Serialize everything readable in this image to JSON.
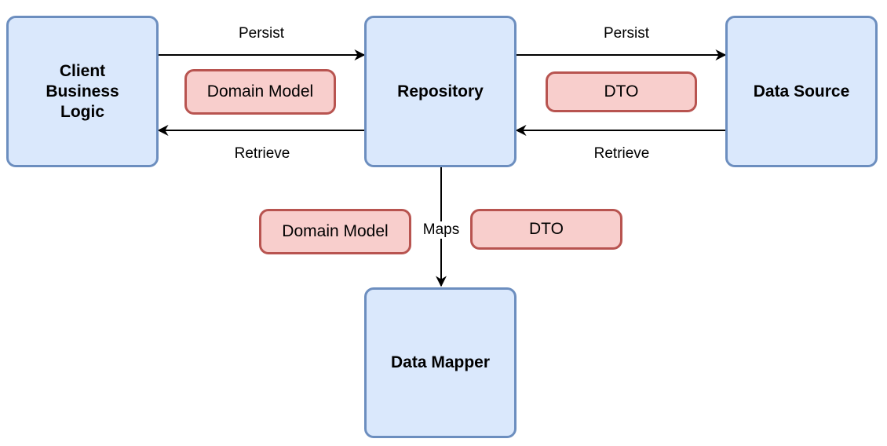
{
  "nodes": {
    "client": "Client\nBusiness\nLogic",
    "repository": "Repository",
    "data_source": "Data Source",
    "data_mapper": "Data Mapper"
  },
  "tags": {
    "left_model": "Domain Model",
    "right_dto": "DTO",
    "bottom_model": "Domain Model",
    "bottom_dto": "DTO"
  },
  "edges": {
    "persist_left": "Persist",
    "persist_right": "Persist",
    "retrieve_left": "Retrieve",
    "retrieve_right": "Retrieve",
    "maps": "Maps"
  },
  "colors": {
    "node_fill": "#dae8fc",
    "node_stroke": "#6c8ebf",
    "tag_fill": "#f8cecc",
    "tag_stroke": "#b85450"
  }
}
